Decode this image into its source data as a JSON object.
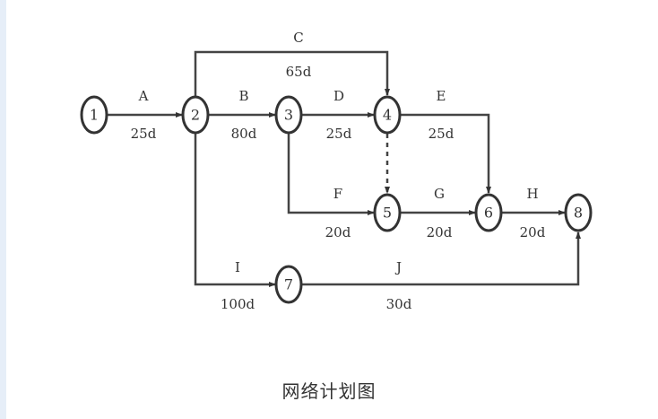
{
  "nodes": [
    "1",
    "2",
    "3",
    "4",
    "5",
    "6",
    "7",
    "8"
  ],
  "activities": {
    "A": {
      "name": "A",
      "duration": "25d"
    },
    "B": {
      "name": "B",
      "duration": "80d"
    },
    "C": {
      "name": "C",
      "duration": "65d"
    },
    "D": {
      "name": "D",
      "duration": "25d"
    },
    "E": {
      "name": "E",
      "duration": "25d"
    },
    "F": {
      "name": "F",
      "duration": "20d"
    },
    "G": {
      "name": "G",
      "duration": "20d"
    },
    "H": {
      "name": "H",
      "duration": "20d"
    },
    "I": {
      "name": "I",
      "duration": "100d"
    },
    "J": {
      "name": "J",
      "duration": "30d"
    }
  },
  "caption": "网络计划图"
}
